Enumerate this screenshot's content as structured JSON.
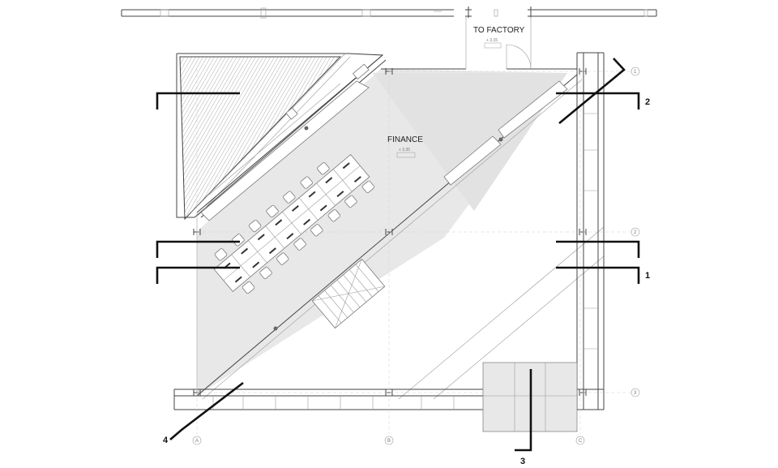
{
  "labels": {
    "to_factory": "TO FACTORY",
    "to_factory_level_top": "+ 3.15",
    "to_factory_level_bottom": "",
    "finance": "FINANCE",
    "finance_level_top": "+ 3.35",
    "finance_level_bottom": ""
  },
  "section_markers": {
    "s1": "1",
    "s2": "2",
    "s3": "3",
    "s4": "4"
  },
  "grid_markers": {
    "row1": "1",
    "row2": "2",
    "row3": "3",
    "colA": "A",
    "colB": "B",
    "colC": "C"
  },
  "colors": {
    "floor_fill": "#e8e8e8",
    "line": "#444444",
    "section_line": "#111111"
  }
}
